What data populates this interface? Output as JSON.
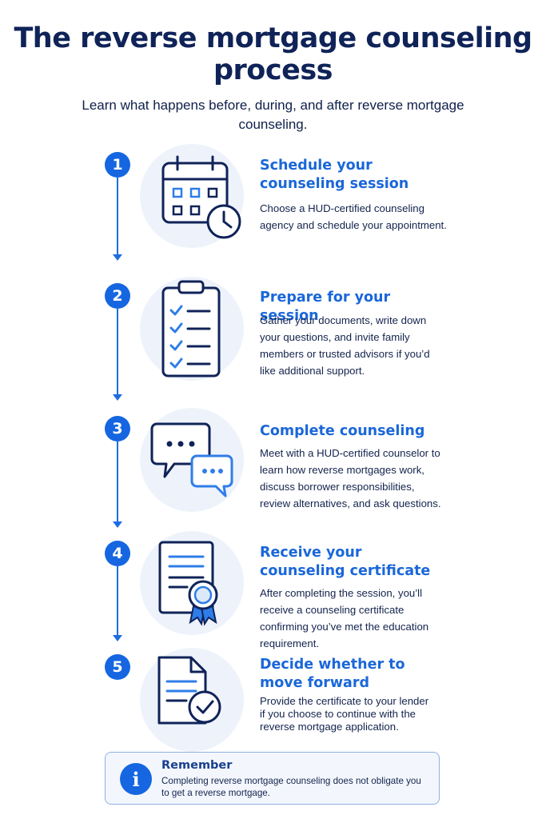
{
  "header": {
    "title": "The reverse mortgage counseling process",
    "subtitle": "Learn what happens before, during, and after reverse mortgage counseling."
  },
  "steps": [
    {
      "number": "1",
      "icon": "calendar-clock-icon",
      "title": "Schedule your counseling session",
      "description": "Choose a HUD-certified counseling agency and schedule your appointment."
    },
    {
      "number": "2",
      "icon": "clipboard-checklist-icon",
      "title": "Prepare for your session",
      "description": "Gather your documents, write down your questions, and invite family members or trusted advisors if you’d like additional support."
    },
    {
      "number": "3",
      "icon": "chat-bubbles-icon",
      "title": "Complete counseling",
      "description": "Meet with a HUD-certified counselor to learn how reverse mortgages work, discuss borrower responsibilities, review alternatives, and ask questions."
    },
    {
      "number": "4",
      "icon": "certificate-ribbon-icon",
      "title": "Receive your counseling certificate",
      "description": "After completing the session, you’ll receive a counseling certificate confirming you’ve met the education requirement."
    },
    {
      "number": "5",
      "icon": "document-check-icon",
      "title": "Decide whether to move forward",
      "description": "Provide the certificate to your lender if you choose to continue with the reverse mortgage application."
    }
  ],
  "remember": {
    "icon": "info-icon",
    "title": "Remember",
    "text": "Completing reverse mortgage counseling does not obligate you to get a reverse mortgage."
  },
  "colors": {
    "navy": "#0f2358",
    "accent": "#1566e0",
    "soft_bg": "#eef3fb"
  }
}
